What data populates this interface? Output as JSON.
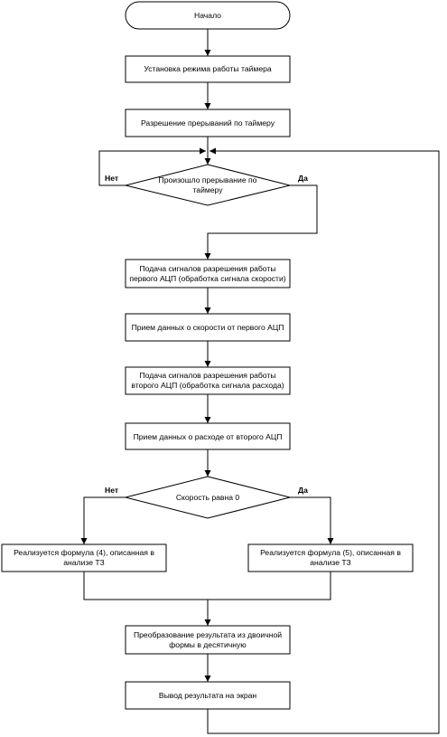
{
  "start": {
    "label": "Начало"
  },
  "steps": {
    "timer_mode": "Установка режима работы таймера",
    "enable_interrupts": "Разрешение прерываний по таймеру",
    "decision_interrupt": [
      "Произошло прерывание по",
      "таймеру"
    ],
    "adc1_signals": [
      "Подача сигналов разрешения работы",
      "первого АЦП (обработка сигнала скорости)"
    ],
    "receive_speed": "Прием данных о скорости от первого АЦП",
    "adc2_signals": [
      "Подача сигналов разрешения работы",
      "второго АЦП (обработка сигнала расхода)"
    ],
    "receive_flow": "Прием данных о расходе от второго АЦП",
    "decision_speed": "Скорость равна 0",
    "formula4": [
      "Реализуется формула (4), описанная в",
      "анализе ТЗ"
    ],
    "formula5": [
      "Реализуется формула (5), описанная в",
      "анализе ТЗ"
    ],
    "convert": [
      "Преобразование результата из двоичной",
      "формы в десятичную"
    ],
    "output": "Вывод результата на экран"
  },
  "branch_labels": {
    "no": "Нет",
    "yes": "Да"
  }
}
